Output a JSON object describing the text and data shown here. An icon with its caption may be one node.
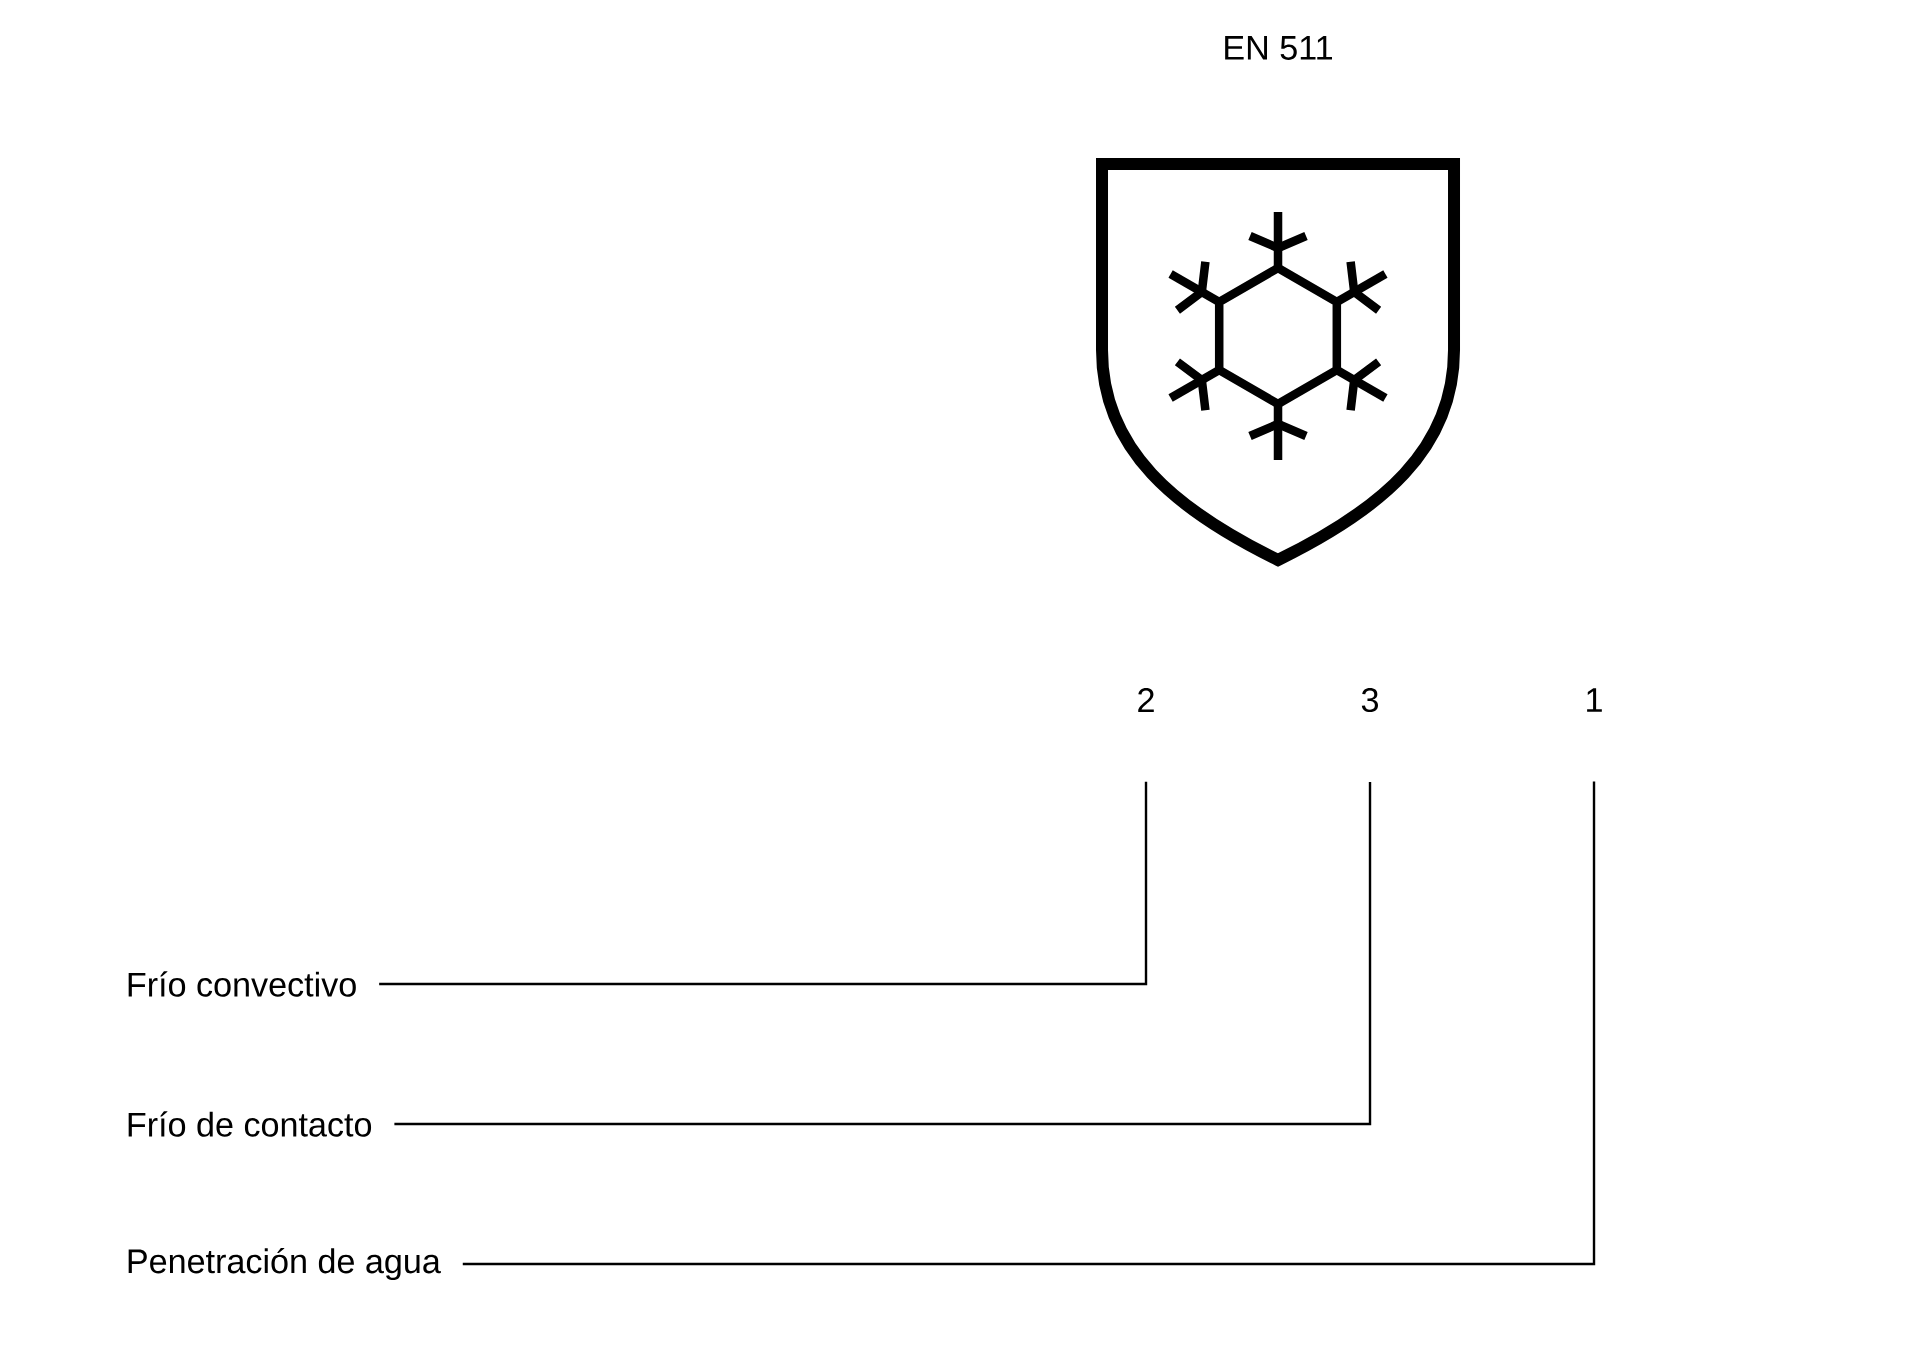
{
  "diagram": {
    "nodes": [
      {
        "text": [
          "2"
        ]
      },
      {
        "text": [
          "3"
        ]
      },
      {
        "text": [
          "1"
        ]
      },
      {
        "text": [
          "Frío convectivo"
        ]
      },
      {
        "text": [
          "Frío de contacto"
        ]
      },
      {
        "text": [
          "Penetración de agua"
        ]
      }
    ],
    "edges": [
      {
        "from": 0,
        "to": 3,
        "arrow": "none"
      },
      {
        "from": 1,
        "to": 4,
        "arrow": "none"
      },
      {
        "from": 2,
        "to": 5,
        "arrow": "none"
      }
    ],
    "labels": [
      "EN 511"
    ]
  }
}
